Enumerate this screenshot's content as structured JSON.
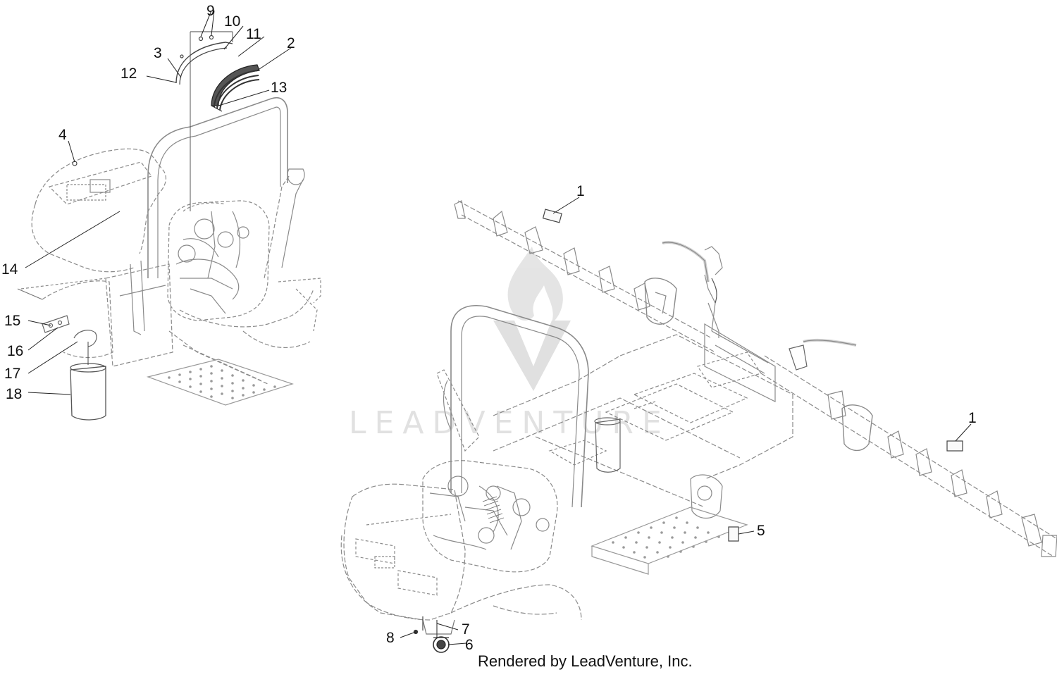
{
  "diagram": {
    "callouts": [
      "1",
      "1",
      "2",
      "3",
      "4",
      "5",
      "6",
      "7",
      "8",
      "9",
      "10",
      "11",
      "12",
      "13",
      "14",
      "15",
      "16",
      "17",
      "18"
    ],
    "footer": "Rendered by LeadVenture, Inc.",
    "watermark": "LEADVENTURE"
  },
  "colors": {
    "line": "#8a8a8a",
    "dash": "#a0a0a0",
    "ink": "#111111",
    "watermark": "#d9d9d9"
  }
}
